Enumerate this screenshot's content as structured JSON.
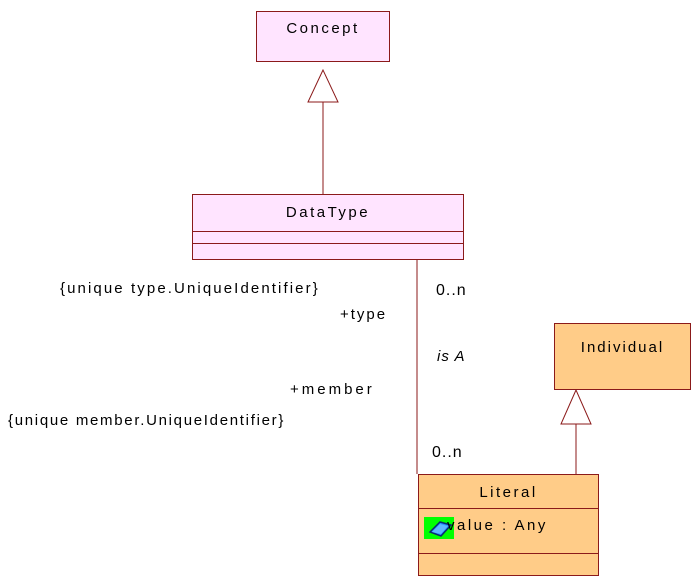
{
  "classes": {
    "concept": {
      "name": "Concept"
    },
    "datatype": {
      "name": "DataType"
    },
    "individual": {
      "name": "Individual"
    },
    "literal": {
      "name": "Literal",
      "attribute": "value : Any"
    }
  },
  "association": {
    "name": "is A",
    "type_end": {
      "role": "+type",
      "constraint": "{unique type.UniqueIdentifier}",
      "multiplicity": "0..n"
    },
    "member_end": {
      "role": "+member",
      "constraint": "{unique member.UniqueIdentifier}",
      "multiplicity": "0..n"
    }
  },
  "colors": {
    "line": "#8b1a1a",
    "pink_fill": "#ffe4ff",
    "orange_fill": "#ffcc88",
    "attribute_icon_bg": "#00ff00",
    "attribute_icon": "#1e90ff"
  },
  "icons": {
    "attribute": "public-attribute-icon"
  }
}
